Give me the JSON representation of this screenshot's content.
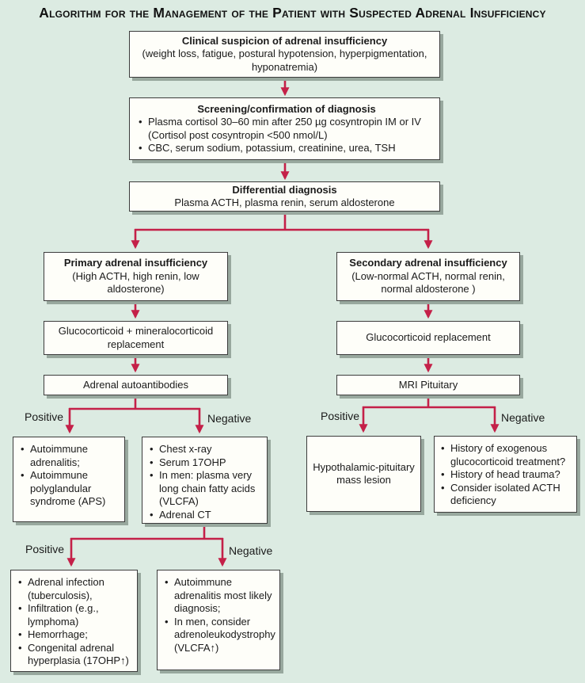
{
  "title": "Algorithm for the Management of the Patient with Suspected Adrenal Insufficiency",
  "branch_labels": {
    "positive": "Positive",
    "negative": "Negative"
  },
  "nodes": {
    "clinical": {
      "heading": "Clinical suspicion of adrenal insufficiency",
      "body_line1": "(weight loss, fatigue, postural hypotension, hyperpigmentation,",
      "body_line2": "hyponatremia)"
    },
    "screening": {
      "heading": "Screening/confirmation of diagnosis",
      "bullet1": "Plasma cortisol 30–60 min after 250 µg cosyntropin IM or IV",
      "bullet1_cont": "(Cortisol post cosyntropin <500 nmol/L)",
      "bullet2": "CBC, serum sodium, potassium, creatinine, urea, TSH"
    },
    "differential": {
      "heading": "Differential diagnosis",
      "body": "Plasma ACTH, plasma renin, serum aldosterone"
    },
    "primary": {
      "heading": "Primary adrenal insufficiency",
      "body": "(High ACTH, high renin, low aldosterone)"
    },
    "secondary": {
      "heading": "Secondary adrenal insufficiency",
      "body": "(Low-normal ACTH, normal renin, normal aldosterone )"
    },
    "gluco_mineralo": {
      "text": "Glucocorticoid + mineralocorticoid replacement"
    },
    "gluco": {
      "text": "Glucocorticoid replacement"
    },
    "autoantibodies": {
      "text": "Adrenal autoantibodies"
    },
    "mri": {
      "text": "MRI Pituitary"
    },
    "autoimmune_aps": {
      "items": [
        "Autoimmune adrenalitis;",
        "Autoimmune polyglandular syndrome (APS)"
      ]
    },
    "workup": {
      "items": [
        "Chest x-ray",
        "Serum 17OHP",
        "In men: plasma very long chain fatty acids (VLCFA)",
        "Adrenal CT"
      ]
    },
    "hypothalamic": {
      "text": "Hypothalamic-pituitary mass lesion"
    },
    "secondary_causes": {
      "items": [
        "History of exogenous glucocorticoid treatment?",
        "History of head trauma?",
        "Consider isolated ACTH deficiency"
      ]
    },
    "primary_causes": {
      "items": [
        "Adrenal infection (tuberculosis),",
        "Infiltration (e.g., lymphoma)",
        "Hemorrhage;",
        "Congenital adrenal hyperplasia (17OHP↑)"
      ]
    },
    "autoimmune_likely": {
      "items": [
        "Autoimmune adrenalitis most likely diagnosis;",
        "In men, consider adrenoleukodystrophy (VLCFA↑)"
      ]
    }
  },
  "colors": {
    "background": "#dcebe2",
    "arrow": "#c42048",
    "box_fill": "#fefef9",
    "box_border": "#3c3c3c",
    "shadow": "#98a89e",
    "text": "#1a1a1a"
  }
}
